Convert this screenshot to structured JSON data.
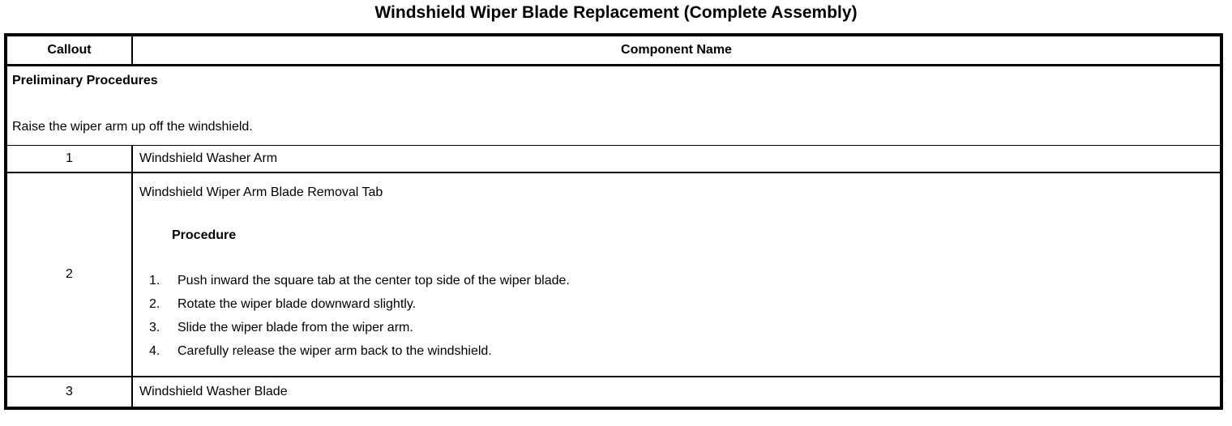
{
  "title": "Windshield Wiper Blade Replacement (Complete Assembly)",
  "colors": {
    "text": "#000000",
    "background": "#ffffff",
    "border": "#000000"
  },
  "table": {
    "headers": {
      "callout": "Callout",
      "component": "Component Name"
    },
    "preliminary": {
      "heading": "Preliminary Procedures",
      "instruction": "Raise the wiper arm up off the windshield."
    },
    "rows": [
      {
        "callout": "1",
        "component": "Windshield Washer Arm"
      },
      {
        "callout": "2",
        "component": "Windshield Wiper Arm Blade Removal Tab",
        "procedure_heading": "Procedure",
        "steps": [
          {
            "num": "1.",
            "text": "Push inward the square tab at the center top side of the wiper blade."
          },
          {
            "num": "2.",
            "text": "Rotate the wiper blade downward slightly."
          },
          {
            "num": "3.",
            "text": "Slide the wiper blade from the wiper arm."
          },
          {
            "num": "4.",
            "text": "Carefully release the wiper arm back to the windshield."
          }
        ]
      },
      {
        "callout": "3",
        "component": "Windshield Washer Blade"
      }
    ]
  }
}
